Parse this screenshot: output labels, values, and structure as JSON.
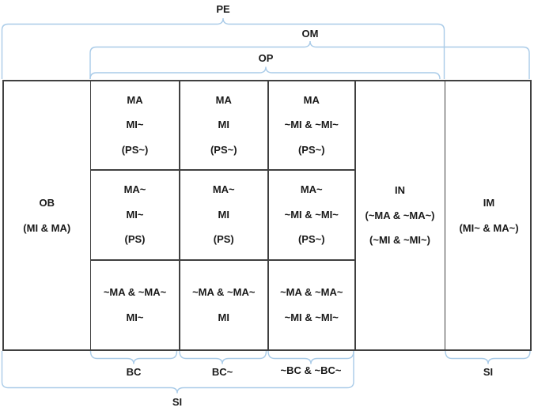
{
  "braces": {
    "pe": {
      "label": "PE"
    },
    "om": {
      "label": "OM"
    },
    "op": {
      "label": "OP"
    },
    "bc": {
      "label": "BC"
    },
    "bc_tilde": {
      "label": "BC~"
    },
    "not_bc": {
      "label": "~BC & ~BC~"
    },
    "si_right": {
      "label": "SI"
    },
    "si_bottom": {
      "label": "SI"
    }
  },
  "table": {
    "ob": [
      "OB",
      "(MI & MA)"
    ],
    "cells": {
      "r1c1": [
        "MA",
        "MI~",
        "(PS~)"
      ],
      "r1c2": [
        "MA",
        "MI",
        "(PS~)"
      ],
      "r1c3": [
        "MA",
        "~MI & ~MI~",
        "(PS~)"
      ],
      "r2c1": [
        "MA~",
        "MI~",
        "(PS)"
      ],
      "r2c2": [
        "MA~",
        "MI",
        "(PS)"
      ],
      "r2c3": [
        "MA~",
        "~MI & ~MI~",
        "(PS~)"
      ],
      "r3c1": [
        "~MA & ~MA~",
        "MI~"
      ],
      "r3c2": [
        "~MA & ~MA~",
        "MI"
      ],
      "r3c3": [
        "~MA & ~MA~",
        "~MI & ~MI~"
      ]
    },
    "in": [
      "IN",
      "(~MA & ~MA~)",
      "(~MI & ~MI~)"
    ],
    "im": [
      "IM",
      "(MI~ & MA~)"
    ]
  },
  "colors": {
    "brace": "#a9cbe8",
    "border": "#404040",
    "text": "#1a1a1a",
    "background": "#ffffff"
  }
}
